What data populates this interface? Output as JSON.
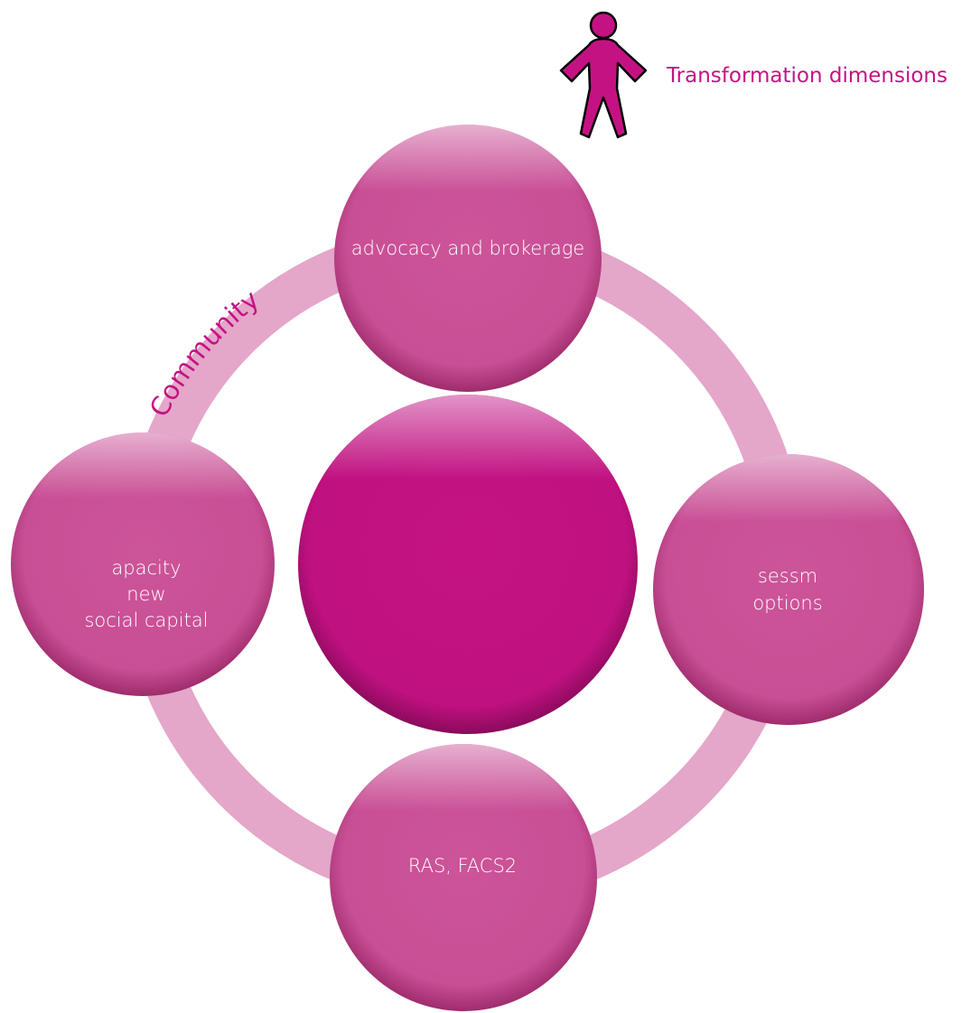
{
  "legend": {
    "icon": "person-icon",
    "label": "Transformation dimensions"
  },
  "ring": {
    "label": "Community"
  },
  "nodes": {
    "top": {
      "lines": [
        "advocacy and brokerage"
      ]
    },
    "left": {
      "lines": [
        "apacity",
        "new",
        "social capital"
      ]
    },
    "right": {
      "lines": [
        "sessm",
        "options"
      ]
    },
    "bottom": {
      "lines": [
        "RAS, FACS2"
      ]
    },
    "center": {
      "lines": []
    }
  },
  "colors": {
    "ring": "#e4a6c9",
    "node": "#cc5499",
    "center": "#c41283",
    "text_accent": "#c41283",
    "node_text": "#ffffff"
  }
}
